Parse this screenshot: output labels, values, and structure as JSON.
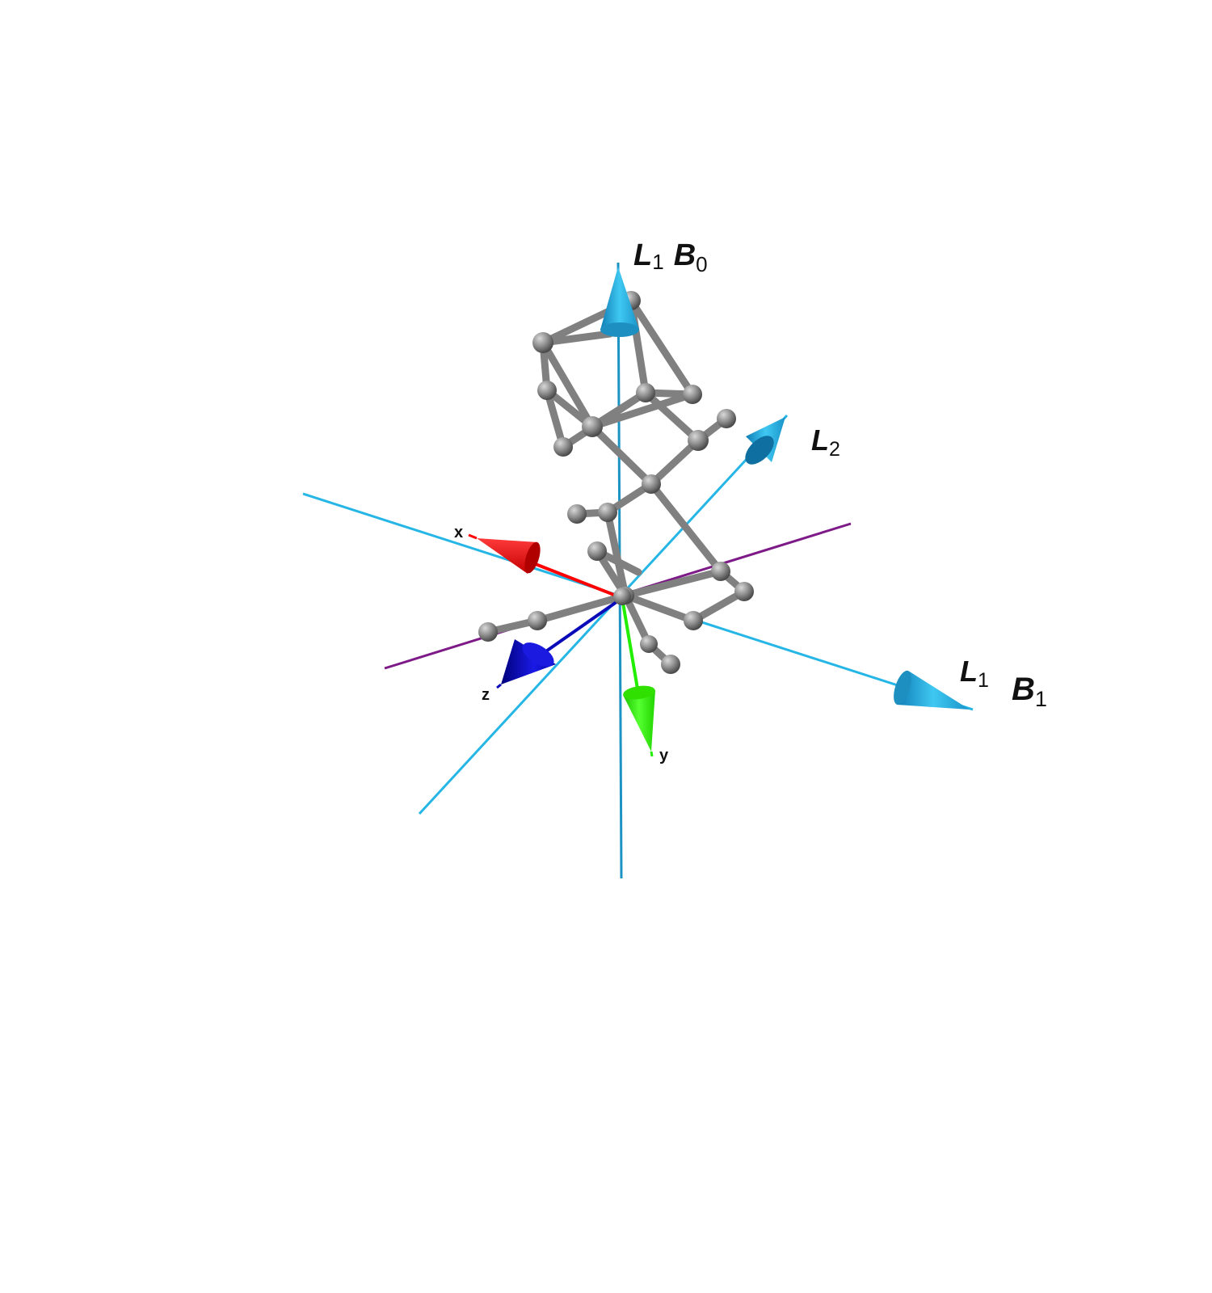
{
  "labels": {
    "top": {
      "l": "L",
      "l_sub": "1",
      "b": "B",
      "b_sub": "0"
    },
    "right_l": {
      "l": "L",
      "l_sub": "1"
    },
    "right_b": {
      "b": "B",
      "b_sub": "1"
    },
    "diag": {
      "l": "L",
      "l_sub": "2"
    },
    "x_axis": "x",
    "y_axis": "y",
    "z_axis": "z"
  },
  "colors": {
    "background": "#ffffff",
    "symmetry_axis": "#25b6e6",
    "symmetry_axis_dark": "#1d8fc0",
    "mirror_line": "#7d1a88",
    "x_axis": "#ff0000",
    "y_axis": "#22ee00",
    "z_axis": "#0a0ab8",
    "atom": "#8a8a8a",
    "bond": "#808080"
  },
  "icons": [
    "atom-sphere",
    "arrow-cone"
  ]
}
